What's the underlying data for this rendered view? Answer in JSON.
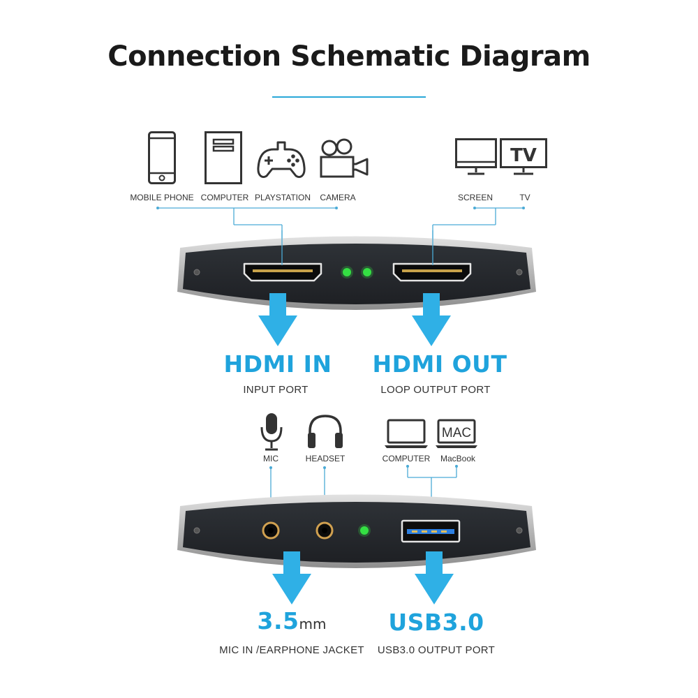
{
  "title": "Connection Schematic Diagram",
  "top_panel": {
    "input_devices": [
      {
        "label": "MOBILE PHONE",
        "icon": "mobile-phone-icon"
      },
      {
        "label": "COMPUTER",
        "icon": "computer-tower-icon"
      },
      {
        "label": "PLAYSTATION",
        "icon": "gamepad-icon"
      },
      {
        "label": "CAMERA",
        "icon": "video-camera-icon"
      }
    ],
    "output_devices": [
      {
        "label": "SCREEN",
        "icon": "monitor-icon"
      },
      {
        "label": "TV",
        "icon": "tv-icon",
        "icon_text": "TV"
      }
    ],
    "ports": [
      {
        "title": "HDMI IN",
        "subtitle": "INPUT PORT"
      },
      {
        "title": "HDMI OUT",
        "subtitle": "LOOP OUTPUT PORT"
      }
    ]
  },
  "bottom_panel": {
    "audio_devices": [
      {
        "label": "MIC",
        "icon": "microphone-icon"
      },
      {
        "label": "HEADSET",
        "icon": "headphones-icon"
      }
    ],
    "usb_devices": [
      {
        "label": "COMPUTER",
        "icon": "laptop-icon"
      },
      {
        "label": "MacBook",
        "icon": "macbook-icon",
        "icon_text": "MAC"
      }
    ],
    "ports": [
      {
        "title_number": "3.5",
        "title_unit": "mm",
        "subtitle": "MIC IN /EARPHONE JACKET"
      },
      {
        "title": "USB3.0",
        "subtitle": "USB3.0 OUTPUT PORT"
      }
    ]
  },
  "colors": {
    "accent": "#1fa3dc",
    "arrow": "#2fb0e6",
    "device_body": "#24272b",
    "led": "#35e043",
    "usb_tongue": "#2d7fe0"
  }
}
